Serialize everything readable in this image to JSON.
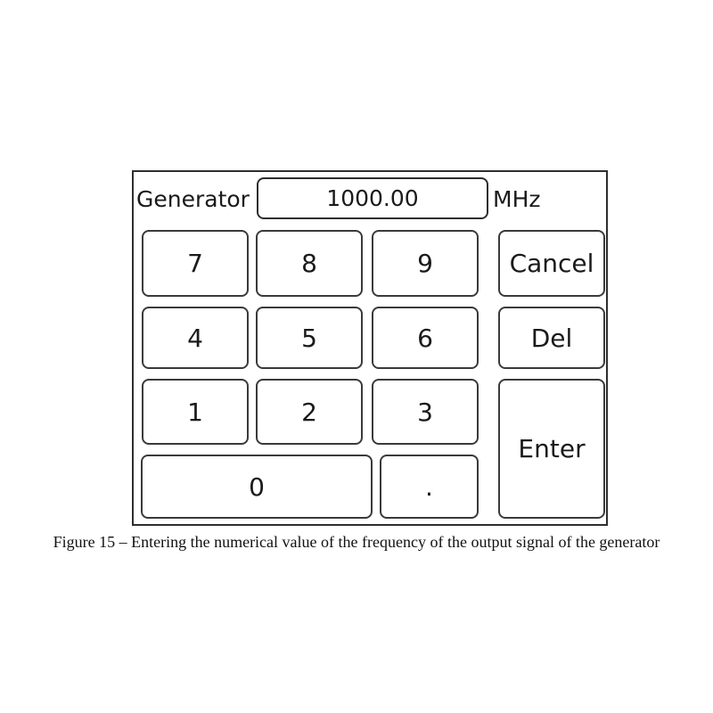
{
  "panel": {
    "label": "Generator",
    "display_value": "1000.00",
    "unit": "MHz"
  },
  "keypad": {
    "key_7": "7",
    "key_8": "8",
    "key_9": "9",
    "cancel": "Cancel",
    "key_4": "4",
    "key_5": "5",
    "key_6": "6",
    "del": "Del",
    "key_1": "1",
    "key_2": "2",
    "key_3": "3",
    "enter": "Enter",
    "key_0": "0",
    "key_dot": "."
  },
  "caption": {
    "text": "Figure 15 – Entering the numerical value of the frequency of the output signal of the generator"
  },
  "colors": {
    "panel_border": "#2e2e2e",
    "key_border": "#3a3a3a",
    "text": "#1a1a1a",
    "background": "#ffffff"
  }
}
